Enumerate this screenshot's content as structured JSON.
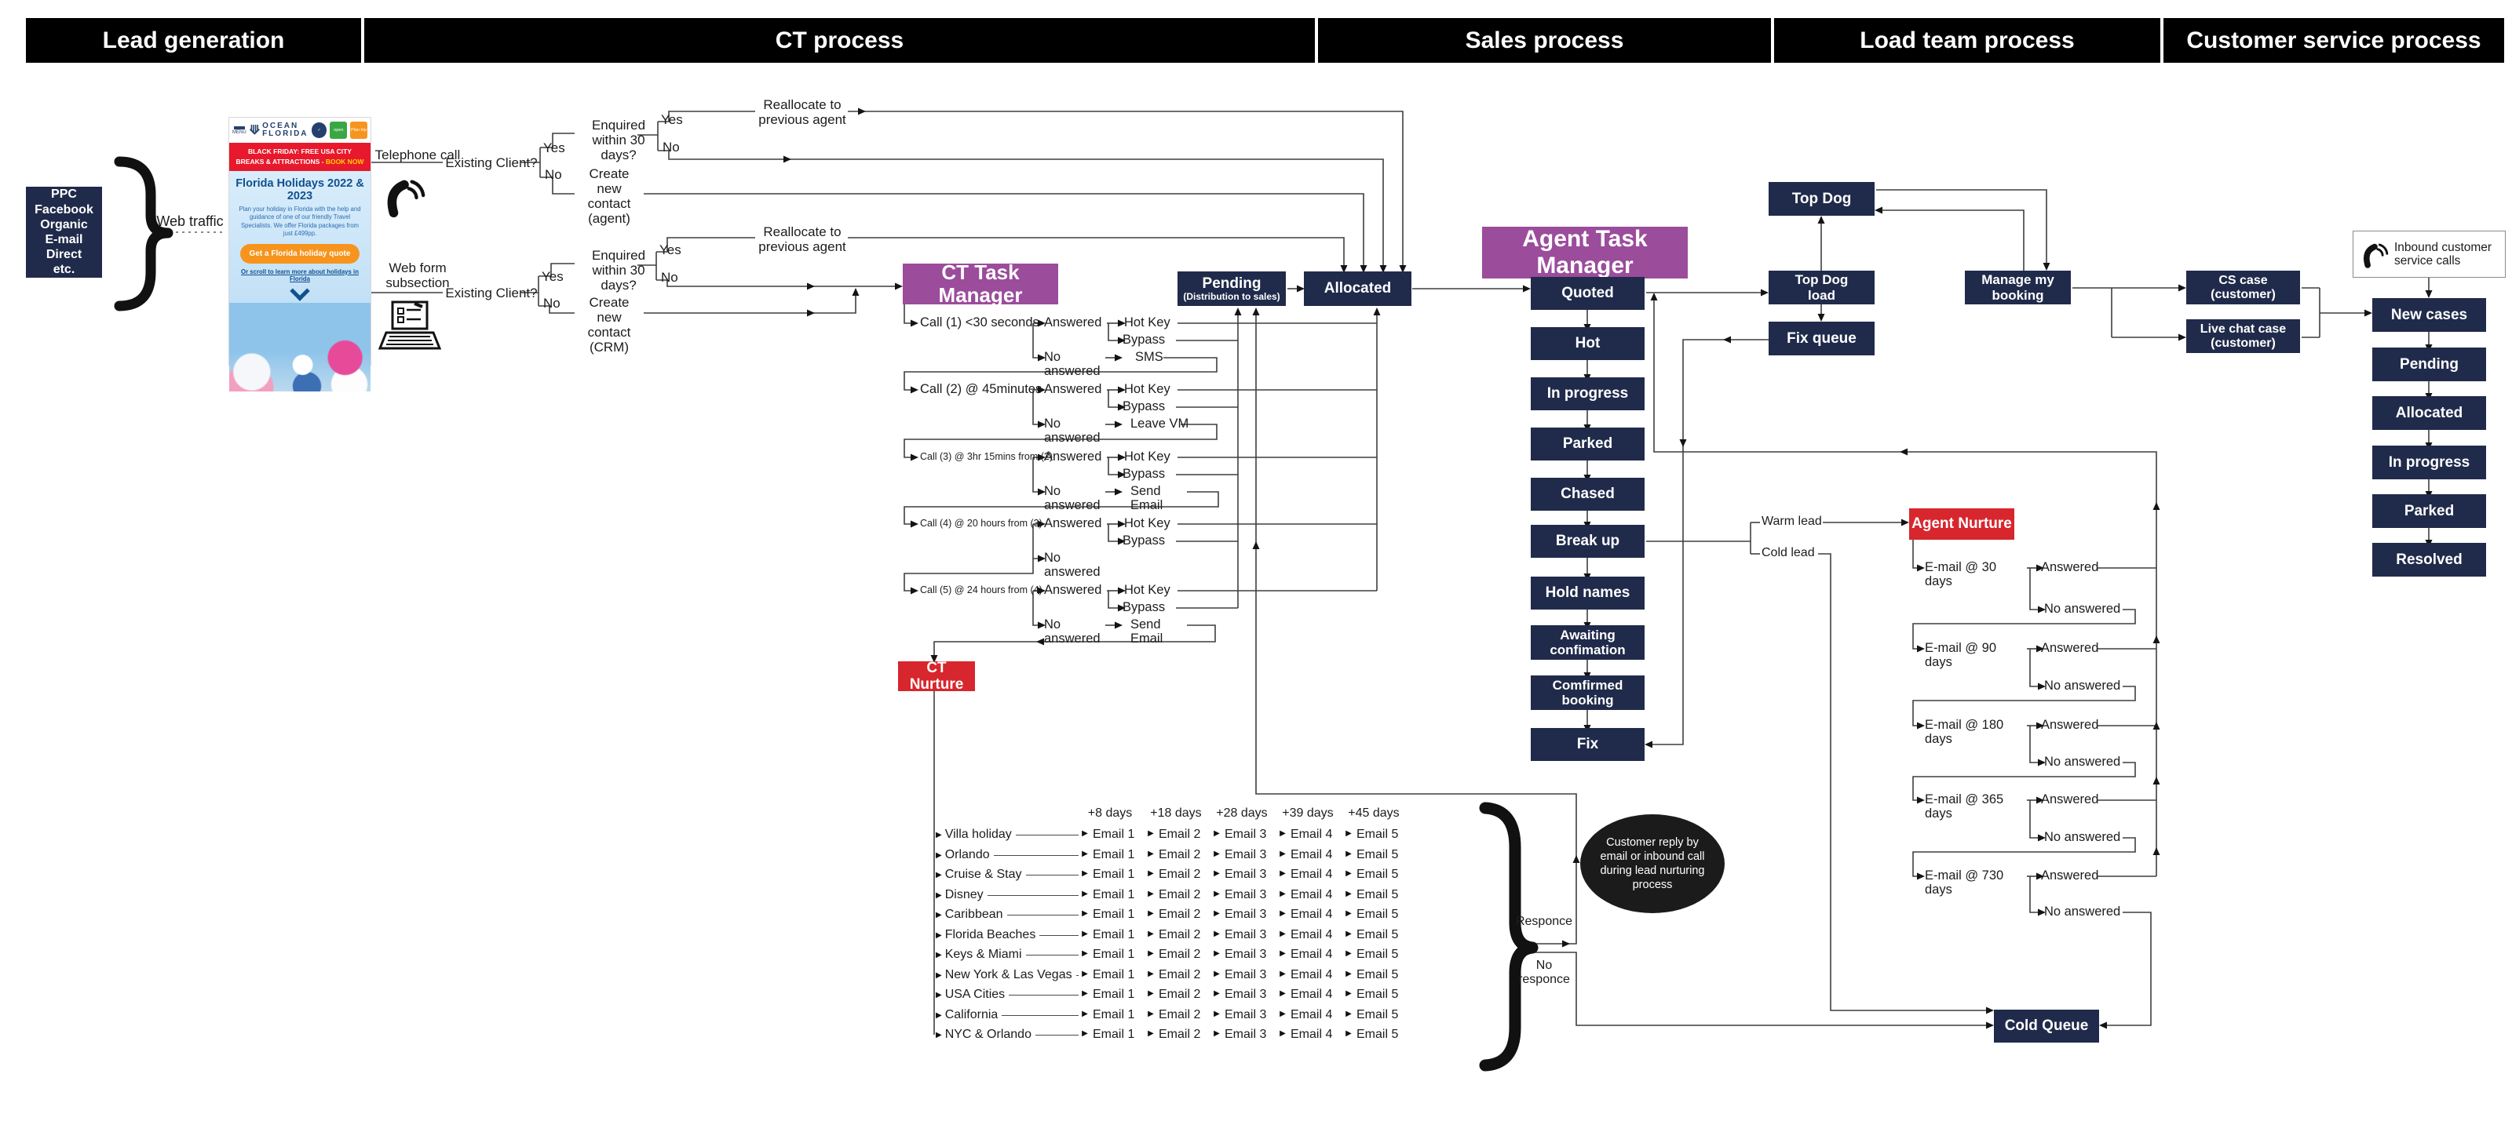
{
  "header": {
    "sections": [
      "Lead generation",
      "CT process",
      "Sales process",
      "Load team process",
      "Customer service process"
    ]
  },
  "lead_generation": {
    "sources": "PPC\nFacebook\nOrganic\nE-mail\nDirect\netc.",
    "web_traffic": "Web traffic",
    "telephone_call": "Telephone call",
    "web_form": "Web form\nsubsection",
    "brochure": {
      "menu": "MENU",
      "brand_line1": "OCEAN",
      "brand_line2": "FLORIDA",
      "open_button": "open",
      "plan_trip_button": "Plan trip",
      "banner": "BLACK FRIDAY: FREE USA CITY BREAKS & ATTRACTIONS - ",
      "banner_cta": "BOOK NOW",
      "title": "Florida Holidays 2022 & 2023",
      "body": "Plan your holiday in Florida with the help and guidance of one of our friendly Travel Specialists. We offer Florida packages from just £499pp.",
      "button": "Get a Florida holiday quote",
      "link": "Or scroll to learn more about holidays in Florida"
    }
  },
  "ct_process": {
    "existing_client": "Existing Client?",
    "yes": "Yes",
    "no": "No",
    "enquired": "Enquired\nwithin 30 days?",
    "reallocate": "Reallocate to\nprevious agent",
    "create_agent": "Create\nnew contact\n(agent)",
    "create_crm": "Create\nnew contact\n(CRM)",
    "task_manager": "CT Task Manager",
    "pending": "Pending",
    "pending_sub": "(Distribution to sales)",
    "allocated": "Allocated",
    "answered": "Answered",
    "no_answered": "No answered",
    "hot_key": "Hot Key",
    "bypass": "Bypass",
    "calls": [
      {
        "label": "Call (1) <30 seconds",
        "action": "SMS"
      },
      {
        "label": "Call (2) @ 45minutes",
        "action": "Leave VM"
      },
      {
        "label": "Call (3) @ 3hr 15mins from (2)",
        "action": "Send Email"
      },
      {
        "label": "Call (4) @ 20 hours from (3)",
        "action": null
      },
      {
        "label": "Call (5) @ 24 hours from (4)",
        "action": "Send Email"
      }
    ],
    "ct_nurture": "CT Nurture",
    "nurture_table": {
      "columns": [
        "+8 days",
        "+18 days",
        "+28 days",
        "+39 days",
        "+45 days"
      ],
      "destinations": [
        "Villa holiday",
        "Orlando",
        "Cruise & Stay",
        "Disney",
        "Caribbean",
        "Florida Beaches",
        "Keys & Miami",
        "New York & Las Vegas",
        "USA Cities",
        "California",
        "NYC & Orlando"
      ],
      "emails": [
        "Email 1",
        "Email 2",
        "Email 3",
        "Email 4",
        "Email 5"
      ]
    },
    "responce": "Responce",
    "no_responce": "No\nresponce",
    "reply_note": "Customer reply by email or inbound call during lead nurturing process"
  },
  "sales_process": {
    "task_manager": "Agent Task Manager",
    "stages": [
      "Quoted",
      "Hot",
      "In progress",
      "Parked",
      "Chased",
      "Break up",
      "Hold names",
      "Awaiting\nconfimation",
      "Comfirmed\nbooking",
      "Fix"
    ],
    "warm_lead": "Warm lead",
    "cold_lead": "Cold lead",
    "agent_nurture": "Agent Nurture",
    "email_steps": [
      "E-mail @ 30 days",
      "E-mail @ 90 days",
      "E-mail @ 180 days",
      "E-mail @ 365 days",
      "E-mail @ 730 days"
    ],
    "answered": "Answered",
    "no_answered": "No answered",
    "cold_queue": "Cold Queue"
  },
  "load_team": {
    "top_dog": "Top Dog",
    "top_dog_load": "Top Dog\nload",
    "fix_queue": "Fix queue",
    "manage_my_booking": "Manage my\nbooking"
  },
  "customer_service": {
    "cs_case": "CS case\n(customer)",
    "live_chat_case": "Live chat case\n(customer)",
    "inbound": "Inbound customer\nservice calls",
    "stages": [
      "New cases",
      "Pending",
      "Allocated",
      "In progress",
      "Parked",
      "Resolved"
    ]
  },
  "colors": {
    "navy": "#202b4b",
    "purple": "#9b4c9b",
    "red": "#d7262d",
    "header_black": "#000000",
    "line": "#3f3f3f"
  }
}
